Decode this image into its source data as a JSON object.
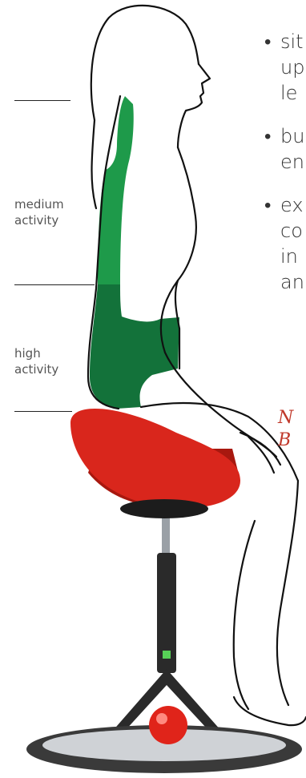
{
  "labels": {
    "medium": [
      "medium",
      "activity"
    ],
    "high": [
      "high",
      "activity"
    ]
  },
  "bullets": [
    {
      "lines": [
        "sit",
        "up",
        "le"
      ]
    },
    {
      "lines": [
        "bu",
        "en"
      ]
    },
    {
      "lines": [
        "ex",
        "co",
        "in",
        "an"
      ]
    }
  ],
  "handwriting": [
    "N",
    "B"
  ],
  "colors": {
    "muscle_medium": "#1e9a4a",
    "muscle_high": "#13723a",
    "seat": "#d9261c",
    "seat_shadow": "#a8180f",
    "stand": "#2a2a2a",
    "base_ring": "#3a3a3a",
    "base_inner": "#cfd2d6",
    "knob": "#e0241a",
    "led": "#57d057"
  }
}
